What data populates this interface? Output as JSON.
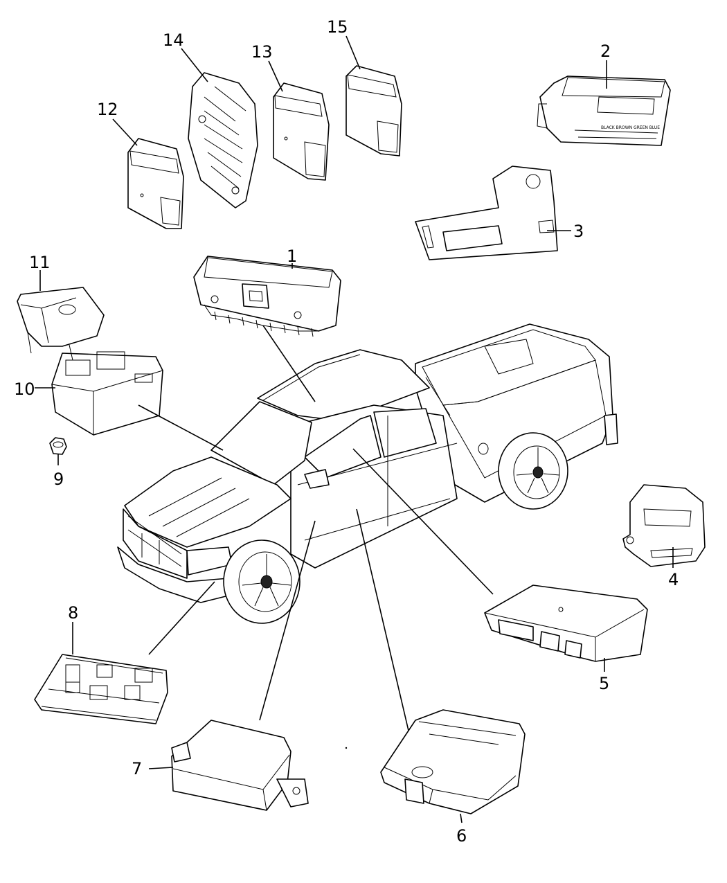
{
  "diagram": {
    "callouts": [
      {
        "id": "callout-1",
        "label": "1"
      },
      {
        "id": "callout-2",
        "label": "2"
      },
      {
        "id": "callout-3",
        "label": "3"
      },
      {
        "id": "callout-4",
        "label": "4"
      },
      {
        "id": "callout-5",
        "label": "5"
      },
      {
        "id": "callout-6",
        "label": "6"
      },
      {
        "id": "callout-7",
        "label": "7"
      },
      {
        "id": "callout-8",
        "label": "8"
      },
      {
        "id": "callout-9",
        "label": "9"
      },
      {
        "id": "callout-10",
        "label": "10"
      },
      {
        "id": "callout-11",
        "label": "11"
      },
      {
        "id": "callout-12",
        "label": "12"
      },
      {
        "id": "callout-13",
        "label": "13"
      },
      {
        "id": "callout-14",
        "label": "14"
      },
      {
        "id": "callout-15",
        "label": "15"
      }
    ],
    "part2_connector_text": "BLACK BROWN GREEN BLUE"
  }
}
